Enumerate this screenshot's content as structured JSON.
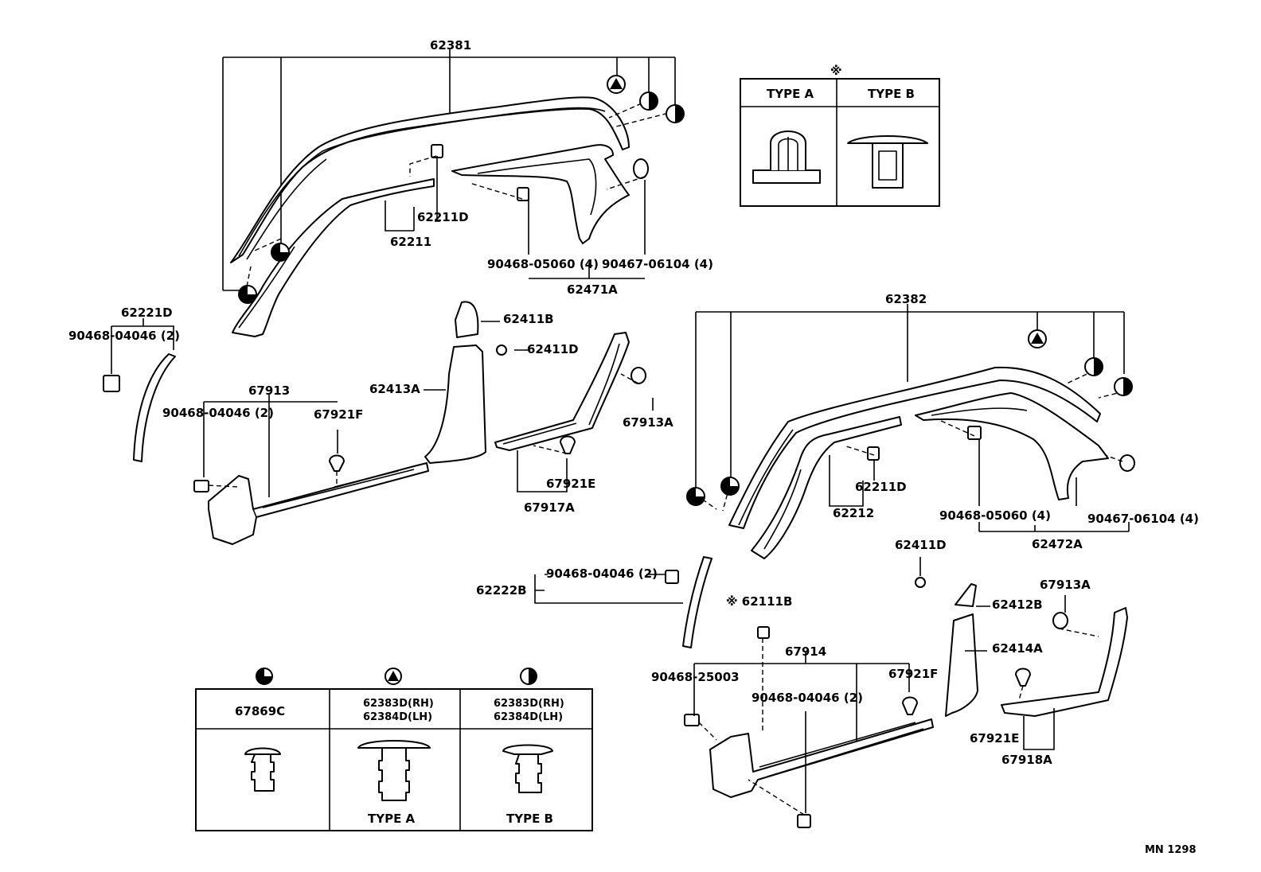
{
  "labels": {
    "p62381": "62381",
    "p62211D_a": "62211D",
    "p62211": "62211",
    "p90468_05060_a": "90468-05060 (4)",
    "p90467_06104_a": "90467-06104 (4)",
    "p62471A": "62471A",
    "p62221D": "62221D",
    "p90468_04046_a": "90468-04046 (2)",
    "p62411B": "62411B",
    "p62411D_a": "62411D",
    "p62413A": "62413A",
    "p67913": "67913",
    "p90468_04046_b": "90468-04046 (2)",
    "p67921F_a": "67921F",
    "p67913A_a": "67913A",
    "p67921E_a": "67921E",
    "p67917A": "67917A",
    "p62382": "62382",
    "p62211D_b": "62211D",
    "p62212": "62212",
    "p90468_05060_b": "90468-05060 (4)",
    "p90467_06104_b": "90467-06104 (4)",
    "p62472A": "62472A",
    "p62411D_b": "62411D",
    "p62222B": "62222B",
    "p90468_04046_c": "90468-04046 (2)",
    "p62111B": "※ 62111B",
    "p62412B": "62412B",
    "p67913A_b": "67913A",
    "p62414A": "62414A",
    "p67914": "67914",
    "p90468_25003": "90468-25003",
    "p67921F_b": "67921F",
    "p90468_04046_d": "90468-04046 (2)",
    "p67921E_b": "67921E",
    "p67918A": "67918A"
  },
  "clip_type_table": {
    "mark": "※",
    "type_a": "TYPE A",
    "type_b": "TYPE B"
  },
  "clip_legend_table": {
    "col1_part": "67869C",
    "col2_part_rh": "62383D(RH)",
    "col2_part_lh": "62384D(LH)",
    "col3_part_rh": "62383D(RH)",
    "col3_part_lh": "62384D(LH)",
    "col2_type": "TYPE A",
    "col3_type": "TYPE B"
  },
  "footer": {
    "code": "MN 1298"
  }
}
